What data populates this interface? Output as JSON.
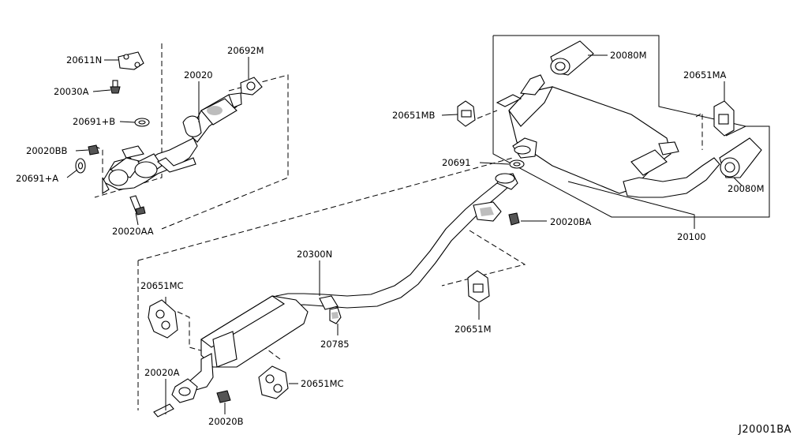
{
  "diagram": {
    "code": "J20001BA",
    "labels": {
      "p20611N": "20611N",
      "p20030A": "20030A",
      "p20691B": "20691+B",
      "p20020BB": "20020BB",
      "p20691A": "20691+A",
      "p20020AA": "20020AA",
      "p20020": "20020",
      "p20692M": "20692M",
      "p20300N": "20300N",
      "p20651MC_top": "20651MC",
      "p20785": "20785",
      "p20020A": "20020A",
      "p20020B": "20020B",
      "p20651MC_bot": "20651MC",
      "p20651MB": "20651MB",
      "p20691": "20691",
      "p20020BA": "20020BA",
      "p20651M": "20651M",
      "p20080M_top": "20080M",
      "p20080M_right": "20080M",
      "p20651MA": "20651MA",
      "p20100": "20100"
    }
  }
}
